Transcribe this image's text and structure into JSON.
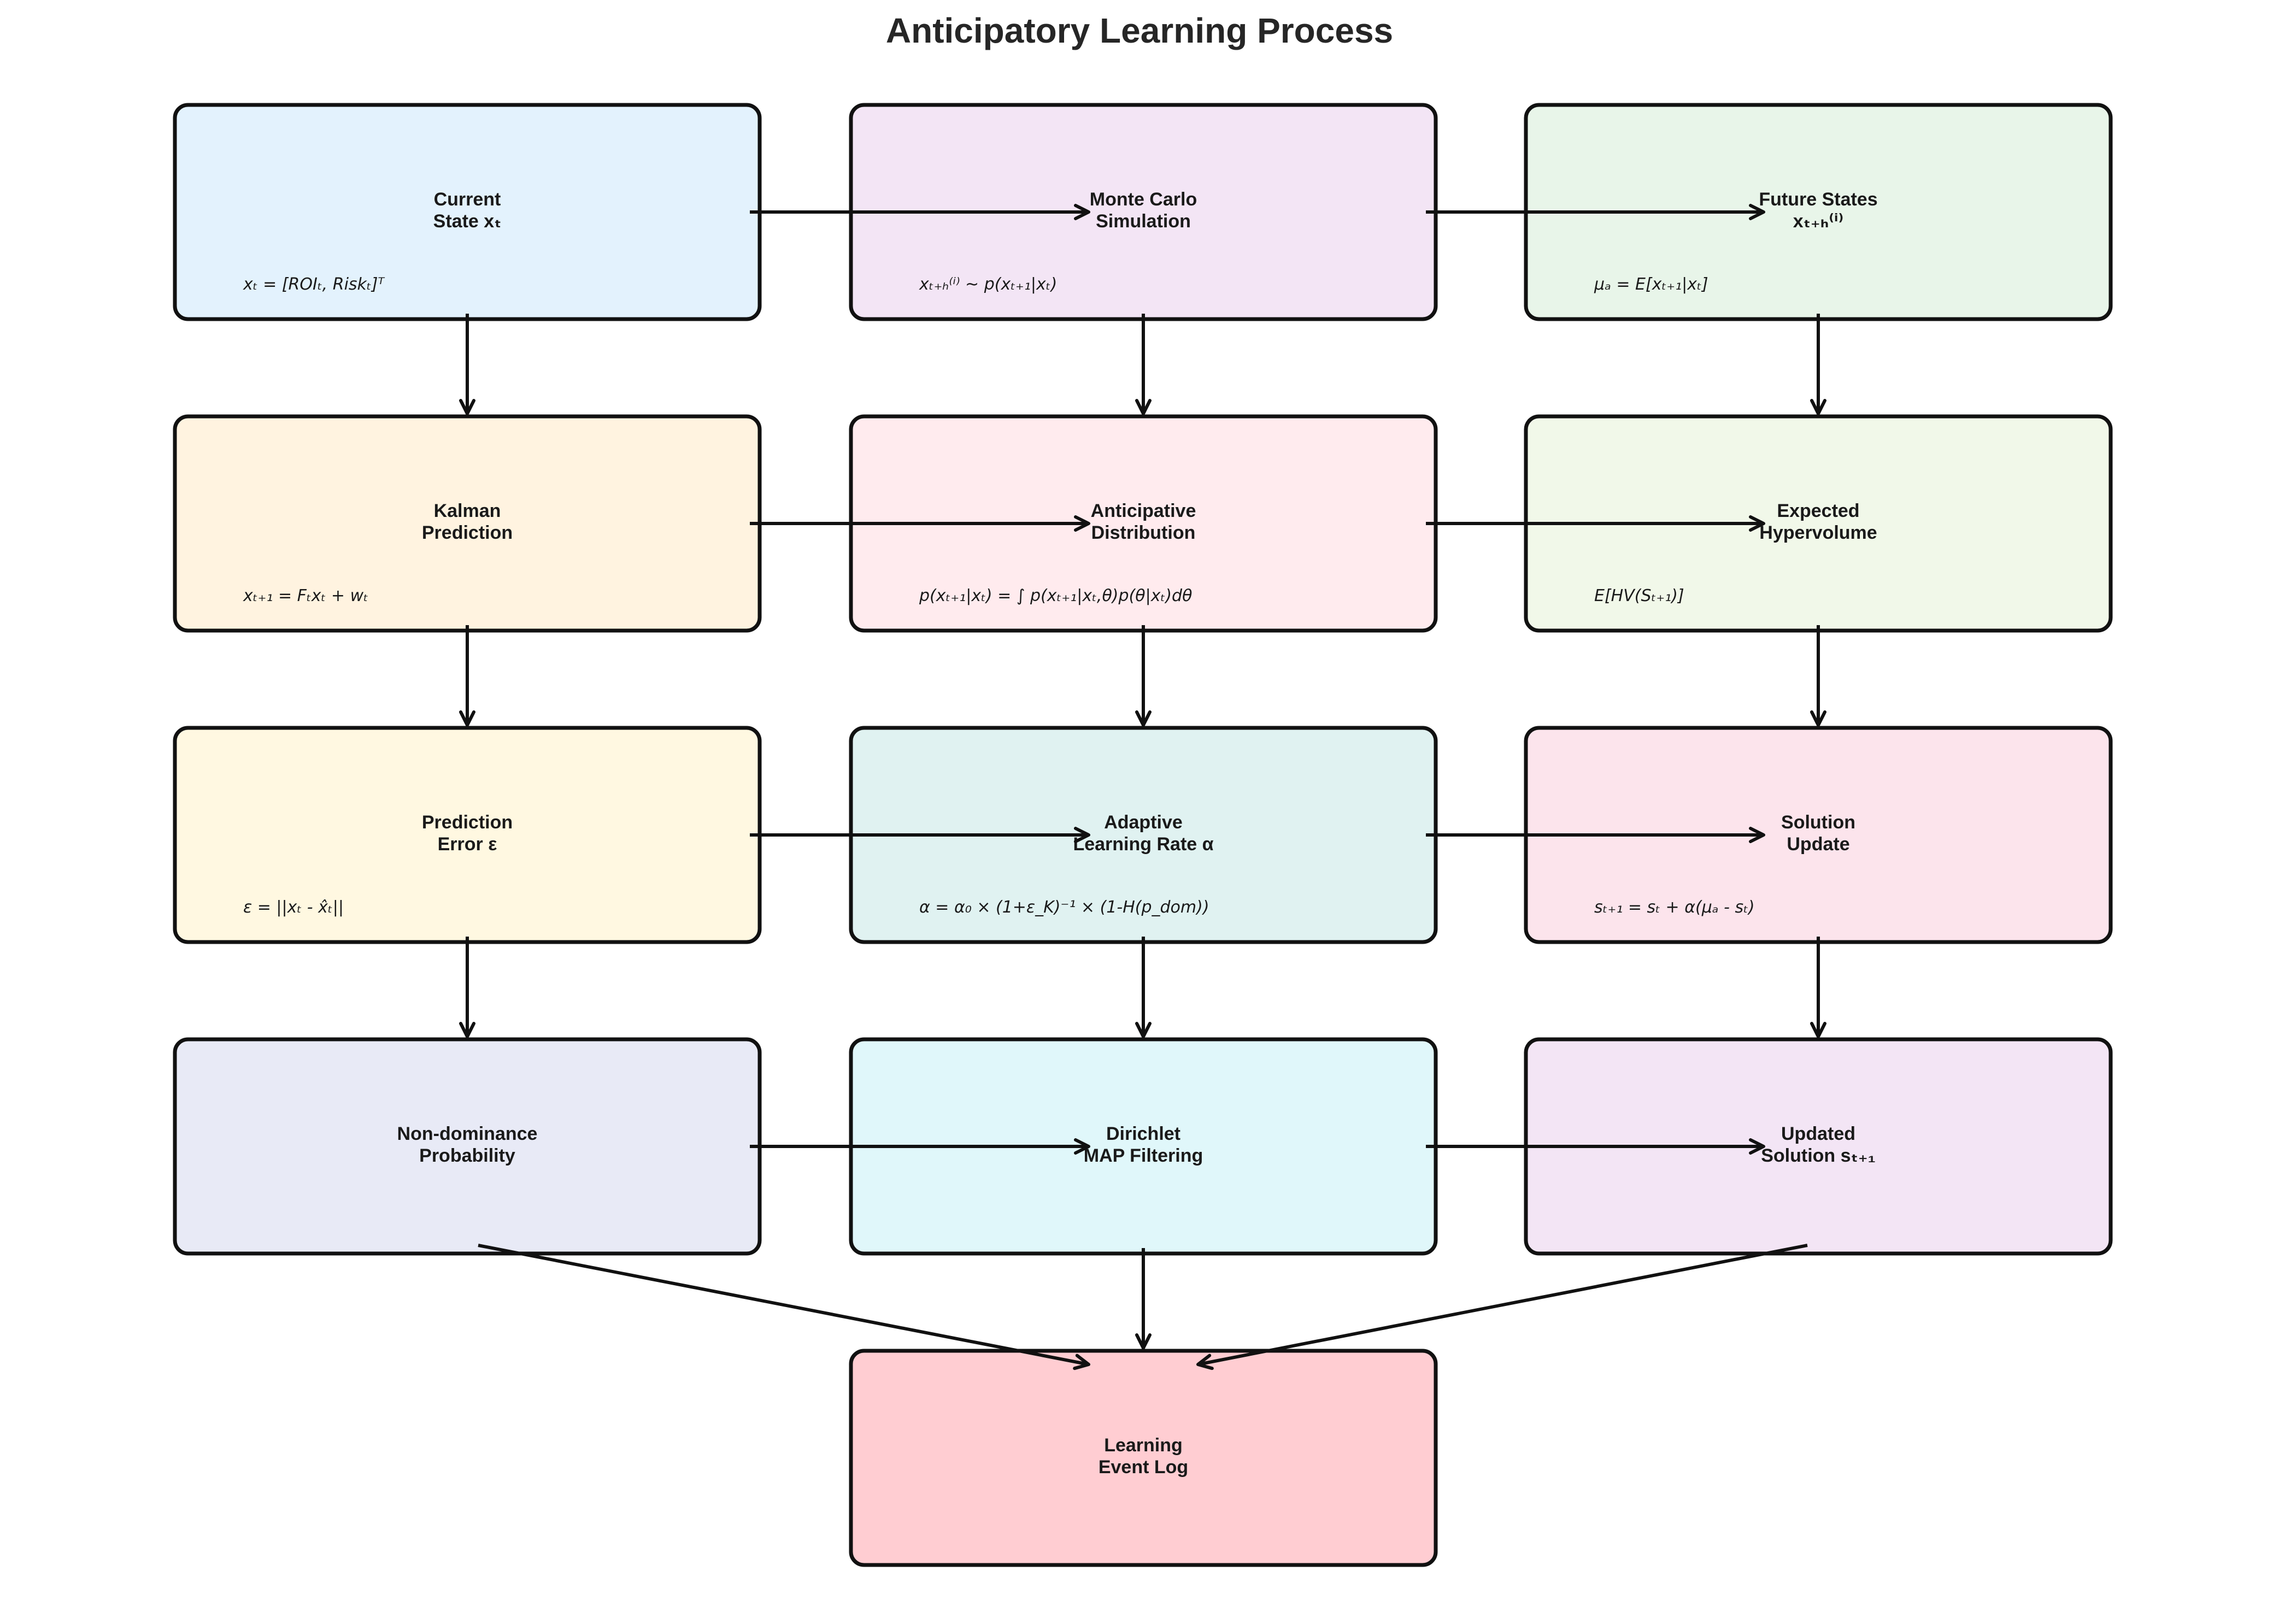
{
  "title": "Anticipatory Learning Process",
  "nodes": [
    {
      "id": "current-state",
      "label_lines": [
        "Current",
        "State xₜ"
      ],
      "formula": "xₜ = [ROIₜ, Riskₜ]ᵀ",
      "color": "#E3F2FD"
    },
    {
      "id": "monte-carlo",
      "label_lines": [
        "Monte Carlo",
        "Simulation"
      ],
      "formula": "xₜ₊ₕ⁽ⁱ⁾ ~ p(xₜ₊₁|xₜ)",
      "color": "#F3E5F5"
    },
    {
      "id": "future-states",
      "label_lines": [
        "Future States",
        "xₜ₊ₕ⁽ⁱ⁾"
      ],
      "formula": "μₐ = E[xₜ₊₁|xₜ]",
      "color": "#E8F5E9"
    },
    {
      "id": "kalman-prediction",
      "label_lines": [
        "Kalman",
        "Prediction"
      ],
      "formula": "xₜ₊₁ = Fₜxₜ + wₜ",
      "color": "#FFF3E0"
    },
    {
      "id": "anticipative-distribution",
      "label_lines": [
        "Anticipative",
        "Distribution"
      ],
      "formula": "p(xₜ₊₁|xₜ) = ∫ p(xₜ₊₁|xₜ,θ)p(θ|xₜ)dθ",
      "color": "#FFEBEE"
    },
    {
      "id": "expected-hypervolume",
      "label_lines": [
        "Expected",
        "Hypervolume"
      ],
      "formula": "E[HV(Sₜ₊₁)]",
      "color": "#F1F8E9"
    },
    {
      "id": "prediction-error",
      "label_lines": [
        "Prediction",
        "Error ε"
      ],
      "formula": "ε = ||xₜ - x̂ₜ||",
      "color": "#FFF8E1"
    },
    {
      "id": "adaptive-learning-rate",
      "label_lines": [
        "Adaptive",
        "Learning Rate α"
      ],
      "formula": "α = α₀ × (1+ε_K)⁻¹ × (1-H(p_dom))",
      "color": "#E0F2F1"
    },
    {
      "id": "solution-update",
      "label_lines": [
        "Solution",
        "Update"
      ],
      "formula": "sₜ₊₁ = sₜ + α(μₐ - sₜ)",
      "color": "#FCE4EC"
    },
    {
      "id": "non-dominance-probability",
      "label_lines": [
        "Non-dominance",
        "Probability"
      ],
      "formula": "",
      "color": "#E8EAF6"
    },
    {
      "id": "dirichlet-map-filtering",
      "label_lines": [
        "Dirichlet",
        "MAP Filtering"
      ],
      "formula": "",
      "color": "#E0F7FA"
    },
    {
      "id": "updated-solution",
      "label_lines": [
        "Updated",
        "Solution sₜ₊₁"
      ],
      "formula": "",
      "color": "#F3E5F5"
    },
    {
      "id": "learning-event-log",
      "label_lines": [
        "Learning",
        "Event Log"
      ],
      "formula": "",
      "color": "#FFCDD2"
    }
  ],
  "edges": [
    [
      "current-state",
      "monte-carlo"
    ],
    [
      "monte-carlo",
      "future-states"
    ],
    [
      "kalman-prediction",
      "anticipative-distribution"
    ],
    [
      "anticipative-distribution",
      "expected-hypervolume"
    ],
    [
      "prediction-error",
      "adaptive-learning-rate"
    ],
    [
      "adaptive-learning-rate",
      "solution-update"
    ],
    [
      "non-dominance-probability",
      "dirichlet-map-filtering"
    ],
    [
      "dirichlet-map-filtering",
      "updated-solution"
    ],
    [
      "current-state",
      "kalman-prediction"
    ],
    [
      "kalman-prediction",
      "prediction-error"
    ],
    [
      "prediction-error",
      "non-dominance-probability"
    ],
    [
      "monte-carlo",
      "anticipative-distribution"
    ],
    [
      "anticipative-distribution",
      "adaptive-learning-rate"
    ],
    [
      "adaptive-learning-rate",
      "dirichlet-map-filtering"
    ],
    [
      "future-states",
      "expected-hypervolume"
    ],
    [
      "expected-hypervolume",
      "solution-update"
    ],
    [
      "solution-update",
      "updated-solution"
    ],
    [
      "non-dominance-probability",
      "learning-event-log"
    ],
    [
      "dirichlet-map-filtering",
      "learning-event-log"
    ],
    [
      "updated-solution",
      "learning-event-log"
    ]
  ]
}
